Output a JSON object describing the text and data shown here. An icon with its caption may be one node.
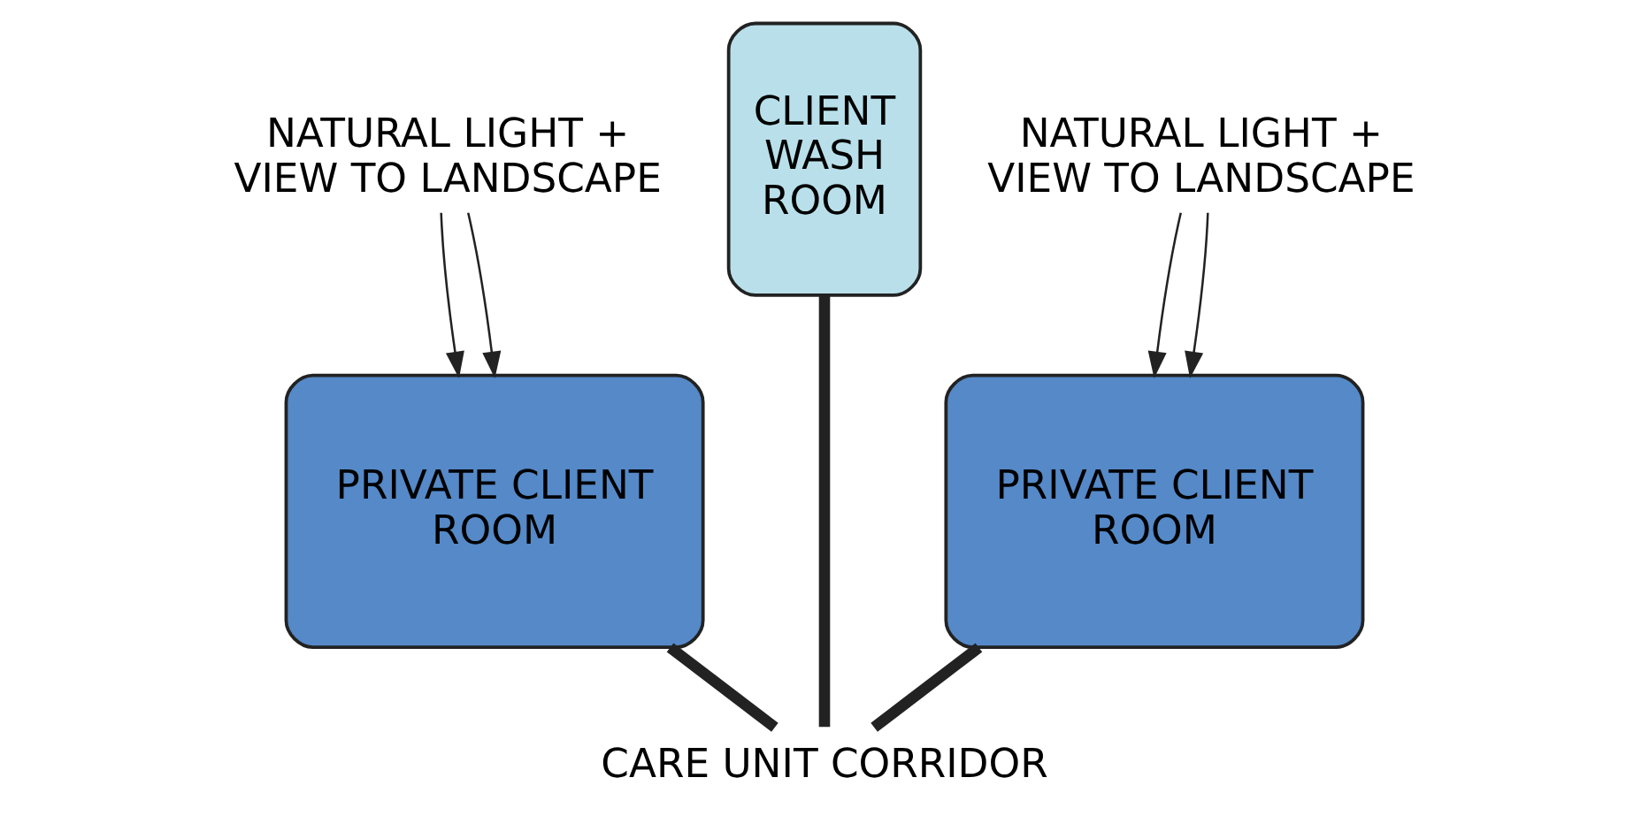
{
  "diagram": {
    "nodes": [
      {
        "text": [
          "NATURAL LIGHT + VIEW TO LANDSCAPE"
        ]
      },
      {
        "text": [
          "NATURAL LIGHT + VIEW TO LANDSCAPE"
        ]
      },
      {
        "text": [
          "PRIVATE CLIENT ROOM"
        ]
      },
      {
        "text": [
          "CLIENT WASH ROOM"
        ]
      },
      {
        "text": [
          "PRIVATE CLIENT ROOM"
        ]
      },
      {
        "text": [
          "CARE UNIT CORRIDOR"
        ]
      }
    ],
    "edges": [
      {
        "from": 0,
        "to": 2,
        "arrow": "to"
      },
      {
        "from": 0,
        "to": 2,
        "arrow": "to"
      },
      {
        "from": 1,
        "to": 4,
        "arrow": "to"
      },
      {
        "from": 1,
        "to": 4,
        "arrow": "to"
      },
      {
        "from": 2,
        "to": 5,
        "arrow": "none",
        "style": "thick"
      },
      {
        "from": 3,
        "to": 5,
        "arrow": "none",
        "style": "thick"
      },
      {
        "from": 4,
        "to": 5,
        "arrow": "none",
        "style": "thick"
      }
    ]
  }
}
